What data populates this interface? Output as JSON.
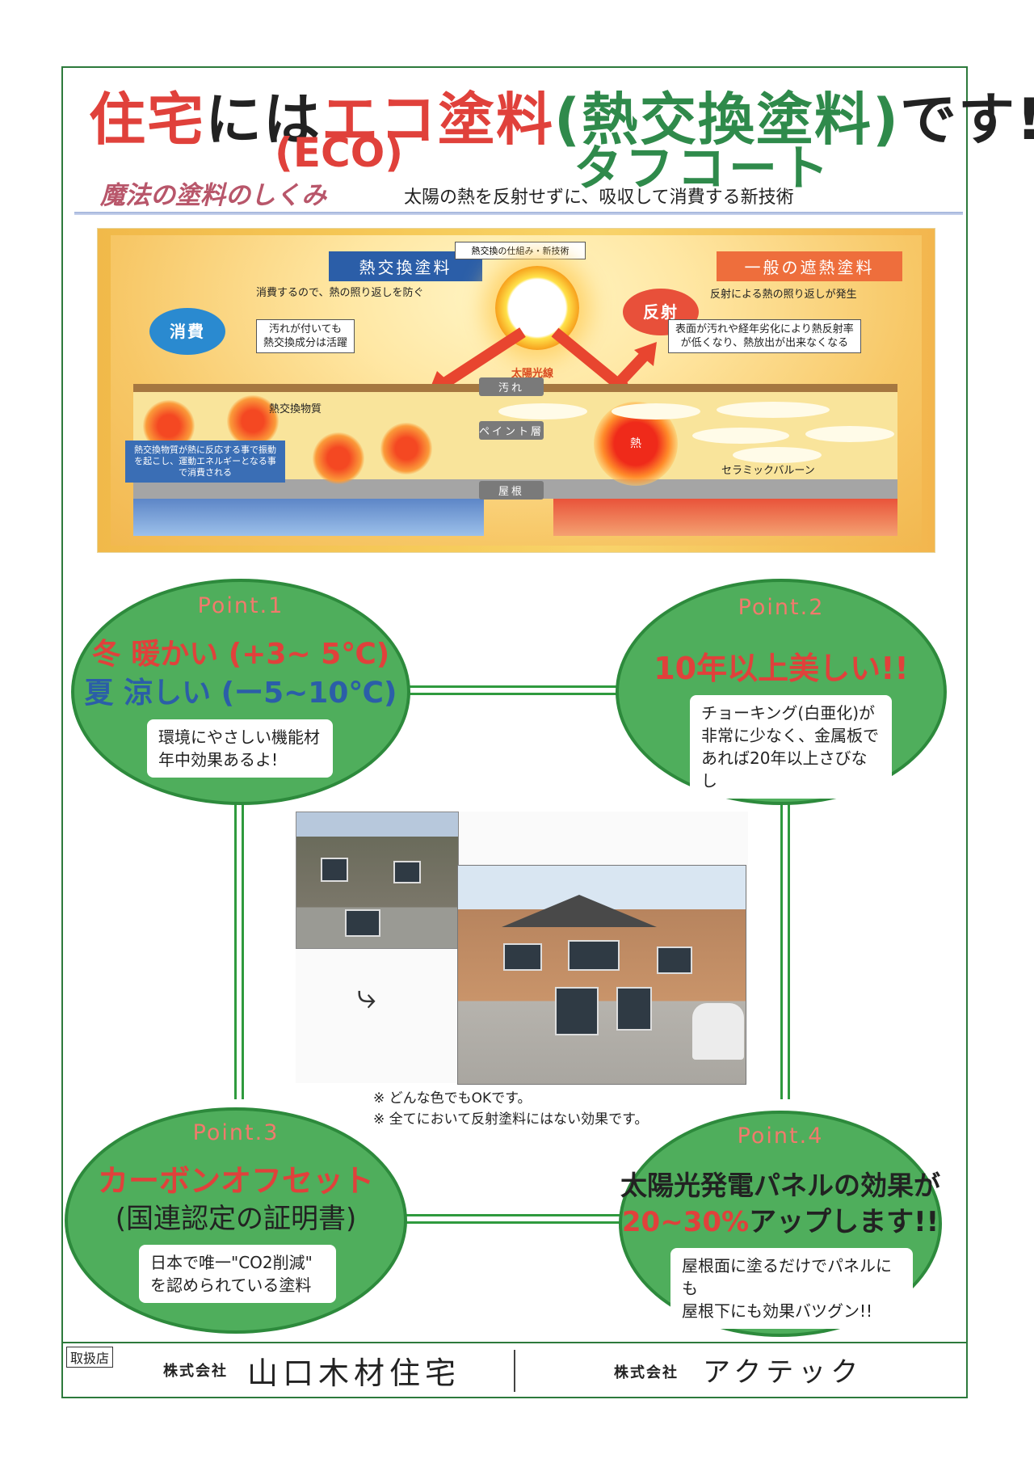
{
  "header": {
    "title_parts": [
      {
        "text": "住宅",
        "color": "red"
      },
      {
        "text": "には",
        "color": "black"
      },
      {
        "text": "エコ塗料",
        "color": "red"
      },
      {
        "text": "(熱交換塗料)",
        "color": "green"
      },
      {
        "text": "です!!",
        "color": "black"
      }
    ],
    "eco": "(ECO)",
    "product": "タフコート",
    "magic": "魔法の塗料のしくみ",
    "subtitle": "太陽の熱を反射せずに、吸収して消費する新技術"
  },
  "diagram": {
    "left_label": "熱交換塗料",
    "right_label": "一般の遮熱塗料",
    "tag": "熱交換の仕組み・新技術",
    "consume": "消費",
    "reflect": "反射",
    "sunlight": "太陽光線",
    "left_note": "消費するので、熱の照り返しを防ぐ",
    "right_note": "反射による熱の照り返しが発生",
    "left_box": "汚れが付いても\n熱交換成分は活躍",
    "right_box": "表面が汚れや経年劣化により熱反射率\nが低くなり、熱放出が出来なくなる",
    "dirt": "汚れ",
    "paint_layer": "ペイント層",
    "roof": "屋根",
    "exchange_substance": "熱交換物質",
    "heat": "熱",
    "ceramic": "セラミックバルーン",
    "blue_note": "熱交換物質が熱に反応する事で振動を起こし、運動エネルギーとなる事で消費される"
  },
  "points": {
    "p1": {
      "label": "Point.1",
      "line1": "冬 暖かい (+3~ 5℃)",
      "line2": "夏 涼しい (ー5~10℃)",
      "box": [
        "環境にやさしい機能材",
        "年中効果あるよ!"
      ]
    },
    "p2": {
      "label": "Point.2",
      "head": "10年以上美しい!!",
      "box": [
        "チョーキング(白亜化)が",
        "非常に少なく、金属板で",
        "あれば20年以上さびなし"
      ]
    },
    "p3": {
      "label": "Point.3",
      "head1": "カーボンオフセット",
      "head2": "(国連認定の証明書)",
      "box": [
        "日本で唯一\"CO2削減\"",
        "を認められている塗料"
      ]
    },
    "p4": {
      "label": "Point.4",
      "head1": "太陽光発電パネルの効果が",
      "head2_red": "20~30%",
      "head2_black": "アップします!!",
      "box": [
        "屋根面に塗るだけでパネルにも",
        "屋根下にも効果バツグン!!"
      ]
    }
  },
  "photos": {
    "arrow": "⤷",
    "note1": "※ どんな色でもOKです。",
    "note2": "※ 全てにおいて反射塗料にはない効果です。"
  },
  "footer": {
    "tag": "取扱店",
    "company1_prefix": "株式会社",
    "company1_name": "山口木材住宅",
    "company2_prefix": "株式会社",
    "company2_name": "アクテック"
  },
  "colors": {
    "red": "#e0413b",
    "green": "#2f8a4b",
    "ellipse_green": "#4fae5c",
    "blue_text": "#2b5ea8"
  }
}
